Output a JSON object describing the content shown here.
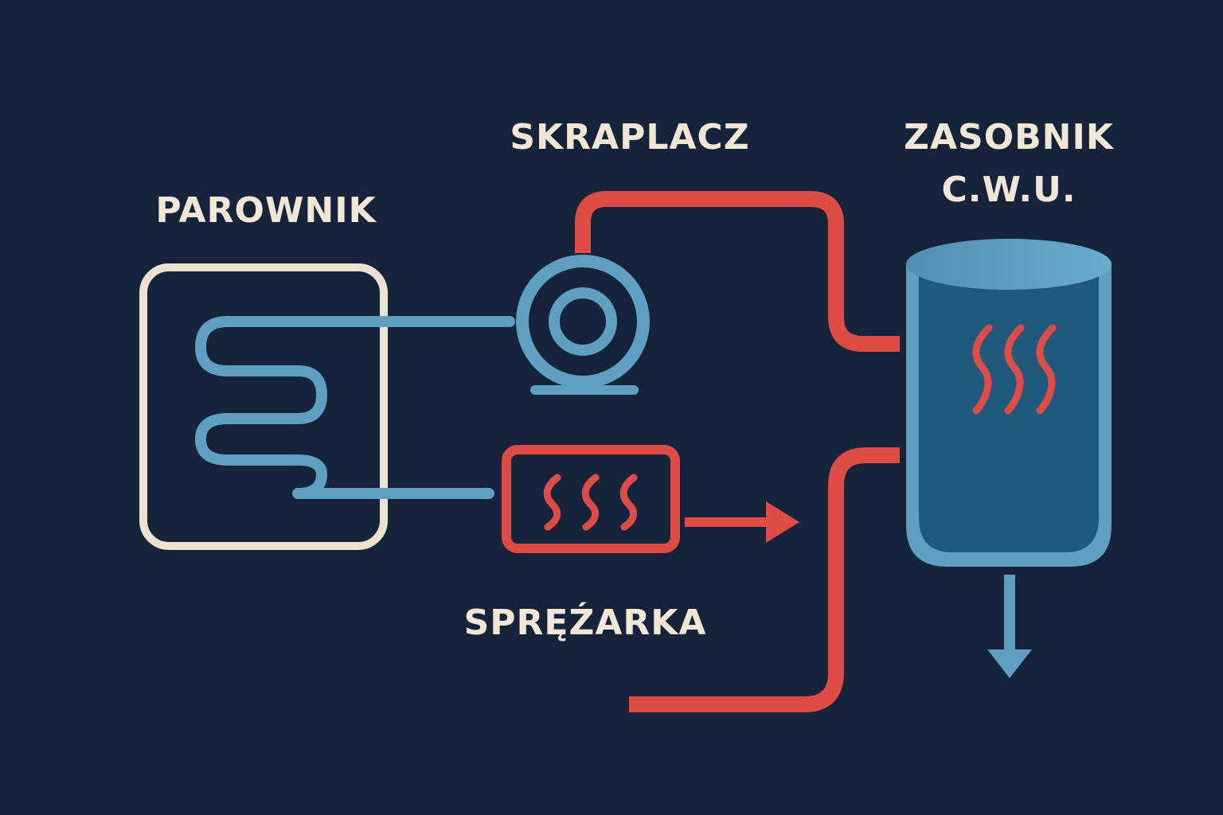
{
  "labels": {
    "evaporator": "PAROWNIK",
    "condenser": "SKRAPLACZ",
    "tank_line1": "ZASOBNIK",
    "tank_line2": "C.W.U.",
    "compressor": "SPRĘŹARKA"
  },
  "colors": {
    "background": "#15243a",
    "hot_pipe": "#de4c45",
    "cold_pipe": "#5e9fc2",
    "frame": "#ede1d1",
    "label_text": "#f2e6d6",
    "tank_fill": "#1f5a7c",
    "tank_rim": "#5e9fc2"
  },
  "icons": {
    "evaporator": "serpentine-coil-icon",
    "condenser": "circular-fan-icon",
    "compressor": "heat-waves-icon",
    "tank": "cylinder-tank-icon",
    "tank_heat": "heat-waves-icon",
    "outflow": "arrow-down-icon",
    "flow": "arrow-right-icon"
  }
}
